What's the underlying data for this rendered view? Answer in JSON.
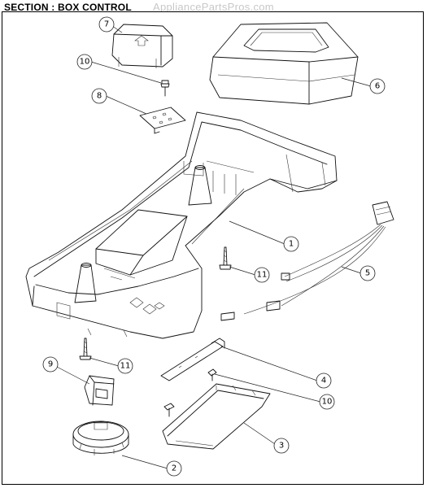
{
  "header": {
    "section_title": "SECTION : BOX CONTROL",
    "watermark": "AppliancePartsPros.com"
  },
  "callouts": [
    "7",
    "10",
    "8",
    "6",
    "1",
    "11",
    "5",
    "9",
    "11",
    "4",
    "10",
    "3",
    "2"
  ]
}
